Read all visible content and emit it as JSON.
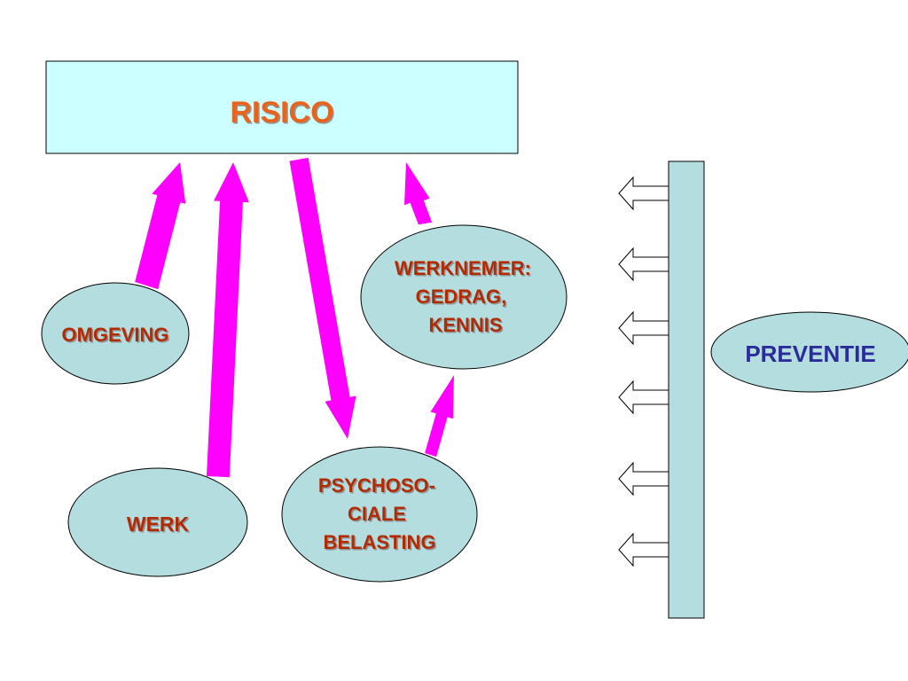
{
  "risico": {
    "label": "RISICO",
    "text_color": "#e8641e",
    "fill": "#ccffff"
  },
  "nodes": {
    "omgeving": {
      "label": "OMGEVING"
    },
    "werk": {
      "label": "WERK"
    },
    "werknemer": {
      "lines": [
        "WERKNEMER:",
        "GEDRAG,",
        "KENNIS"
      ]
    },
    "psychosociale": {
      "lines": [
        "PSYCHOSO-",
        "CIALE",
        "BELASTING"
      ]
    },
    "preventie": {
      "label": "PREVENTIE"
    }
  },
  "colors": {
    "ellipse_fill": "#b4dde0",
    "label_red": "#b22a00",
    "label_blue": "#2b2b9a",
    "arrow_magenta": "#ff00ff",
    "bar_fill": "#b4dde0"
  },
  "prevention_arrow_count": 6
}
